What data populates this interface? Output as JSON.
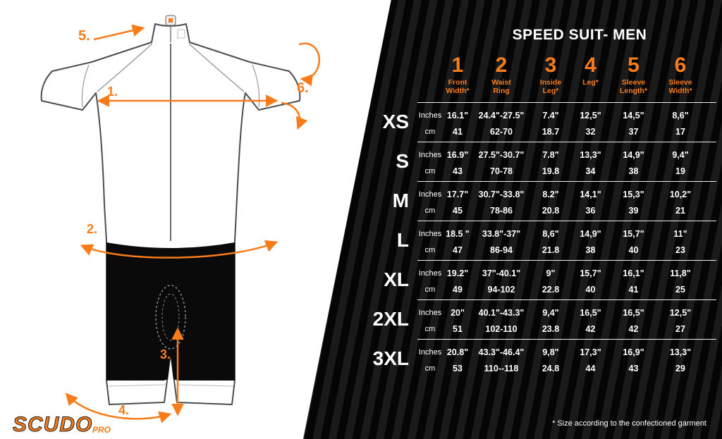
{
  "title": "SPEED SUIT- MEN",
  "footnote": "* Size according to the confectioned garment",
  "logo": {
    "main": "SCUDO",
    "sub": "PRO"
  },
  "units": {
    "inches": "Inches",
    "cm": "cm"
  },
  "columns": [
    {
      "num": "1",
      "label": "Front\nWidth*"
    },
    {
      "num": "2",
      "label": "Waist\nRing"
    },
    {
      "num": "3",
      "label": "Inside\nLeg*"
    },
    {
      "num": "4",
      "label": "Leg*"
    },
    {
      "num": "5",
      "label": "Sleeve\nLength*"
    },
    {
      "num": "6",
      "label": "Sleeve\nWidth*"
    }
  ],
  "rows": [
    {
      "size": "XS",
      "inches": [
        "16.1\"",
        "24.4\"-27.5\"",
        "7.4\"",
        "12,5\"",
        "14,5\"",
        "8,6\""
      ],
      "cm": [
        "41",
        "62-70",
        "18.7",
        "32",
        "37",
        "17"
      ]
    },
    {
      "size": "S",
      "inches": [
        "16.9\"",
        "27.5\"-30.7\"",
        "7.8\"",
        "13,3\"",
        "14,9\"",
        "9,4\""
      ],
      "cm": [
        "43",
        "70-78",
        "19.8",
        "34",
        "38",
        "19"
      ]
    },
    {
      "size": "M",
      "inches": [
        "17.7\"",
        "30.7\"-33.8\"",
        "8.2\"",
        "14,1\"",
        "15,3\"",
        "10,2\""
      ],
      "cm": [
        "45",
        "78-86",
        "20.8",
        "36",
        "39",
        "21"
      ]
    },
    {
      "size": "L",
      "inches": [
        "18.5 \"",
        "33.8\"-37\"",
        "8,6\"",
        "14,9\"",
        "15,7\"",
        "11\""
      ],
      "cm": [
        "47",
        "86-94",
        "21.8",
        "38",
        "40",
        "23"
      ]
    },
    {
      "size": "XL",
      "inches": [
        "19.2\"",
        "37\"-40.1\"",
        "9\"",
        "15,7\"",
        "16,1\"",
        "11,8\""
      ],
      "cm": [
        "49",
        "94-102",
        "22.8",
        "40",
        "41",
        "25"
      ]
    },
    {
      "size": "2XL",
      "inches": [
        "20\"",
        "40.1\"-43.3\"",
        "9,4\"",
        "16,5\"",
        "16,5\"",
        "12,5\""
      ],
      "cm": [
        "51",
        "102-110",
        "23.8",
        "42",
        "42",
        "27"
      ]
    },
    {
      "size": "3XL",
      "inches": [
        "20.8\"",
        "43.3\"-46.4\"",
        "9,8\"",
        "17,3\"",
        "16,9\"",
        "13,3\""
      ],
      "cm": [
        "53",
        "110--118",
        "24.8",
        "44",
        "43",
        "29"
      ]
    }
  ],
  "diagram": {
    "labels": [
      "1.",
      "2.",
      "3.",
      "4.",
      "5.",
      "6."
    ]
  },
  "colors": {
    "accent": "#f97c1b",
    "panel_bg": "#000000",
    "stripe": "#1a1a1a",
    "text_light": "#ffffff"
  }
}
